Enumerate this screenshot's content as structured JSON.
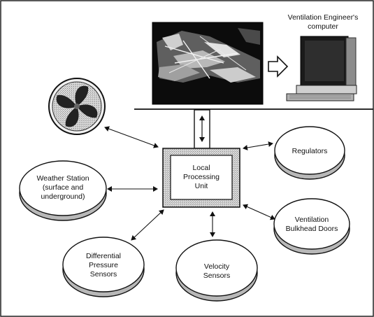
{
  "engineer_label": {
    "line1": "Ventilation Engineer's",
    "line2": "computer"
  },
  "central_unit": {
    "line1": "Local",
    "line2": "Processing",
    "line3": "Unit"
  },
  "nodes": {
    "regulators": {
      "line1": "Regulators"
    },
    "weather_station": {
      "line1": "Weather Station",
      "line2": "(surface and",
      "line3": "underground)"
    },
    "bulkhead_doors": {
      "line1": "Ventilation",
      "line2": "Bulkhead Doors"
    },
    "differential_pressure": {
      "line1": "Differential",
      "line2": "Pressure",
      "line3": "Sensors"
    },
    "velocity_sensors": {
      "line1": "Velocity",
      "line2": "Sensors"
    }
  },
  "images": {
    "fan": "ventilation-fan-icon",
    "mine_map": "mine-map-image",
    "computer": "computer-workstation-icon",
    "transfer_arrow": "hollow-right-arrow-icon"
  }
}
